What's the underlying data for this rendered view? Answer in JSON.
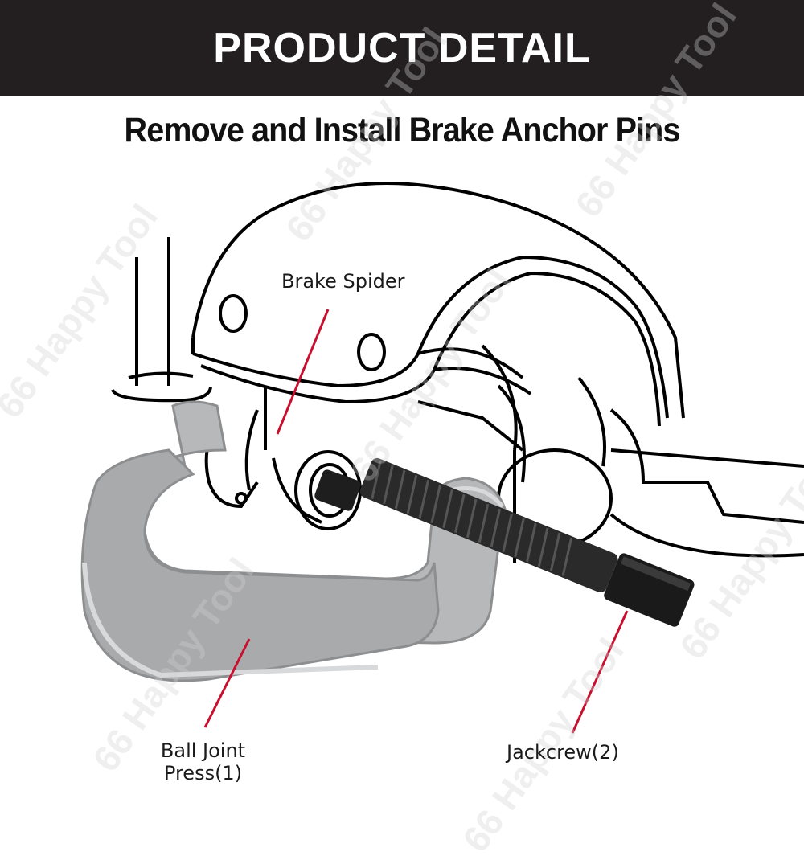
{
  "header": {
    "title": "PRODUCT DETAIL"
  },
  "subtitle": "Remove and Install Brake Anchor Pins",
  "labels": {
    "brake_spider": "Brake Spider",
    "ball_joint_press_line1": "Ball Joint",
    "ball_joint_press_line2": "Press(1)",
    "jackscrew": "Jackcrew(2)"
  },
  "watermark": "66 Happy Tool",
  "colors": {
    "header_bg": "#231f20",
    "header_text": "#ffffff",
    "pointer_line": "#c8102e",
    "press_body": "#b7b8ba",
    "screw": "#1e1e1e"
  }
}
